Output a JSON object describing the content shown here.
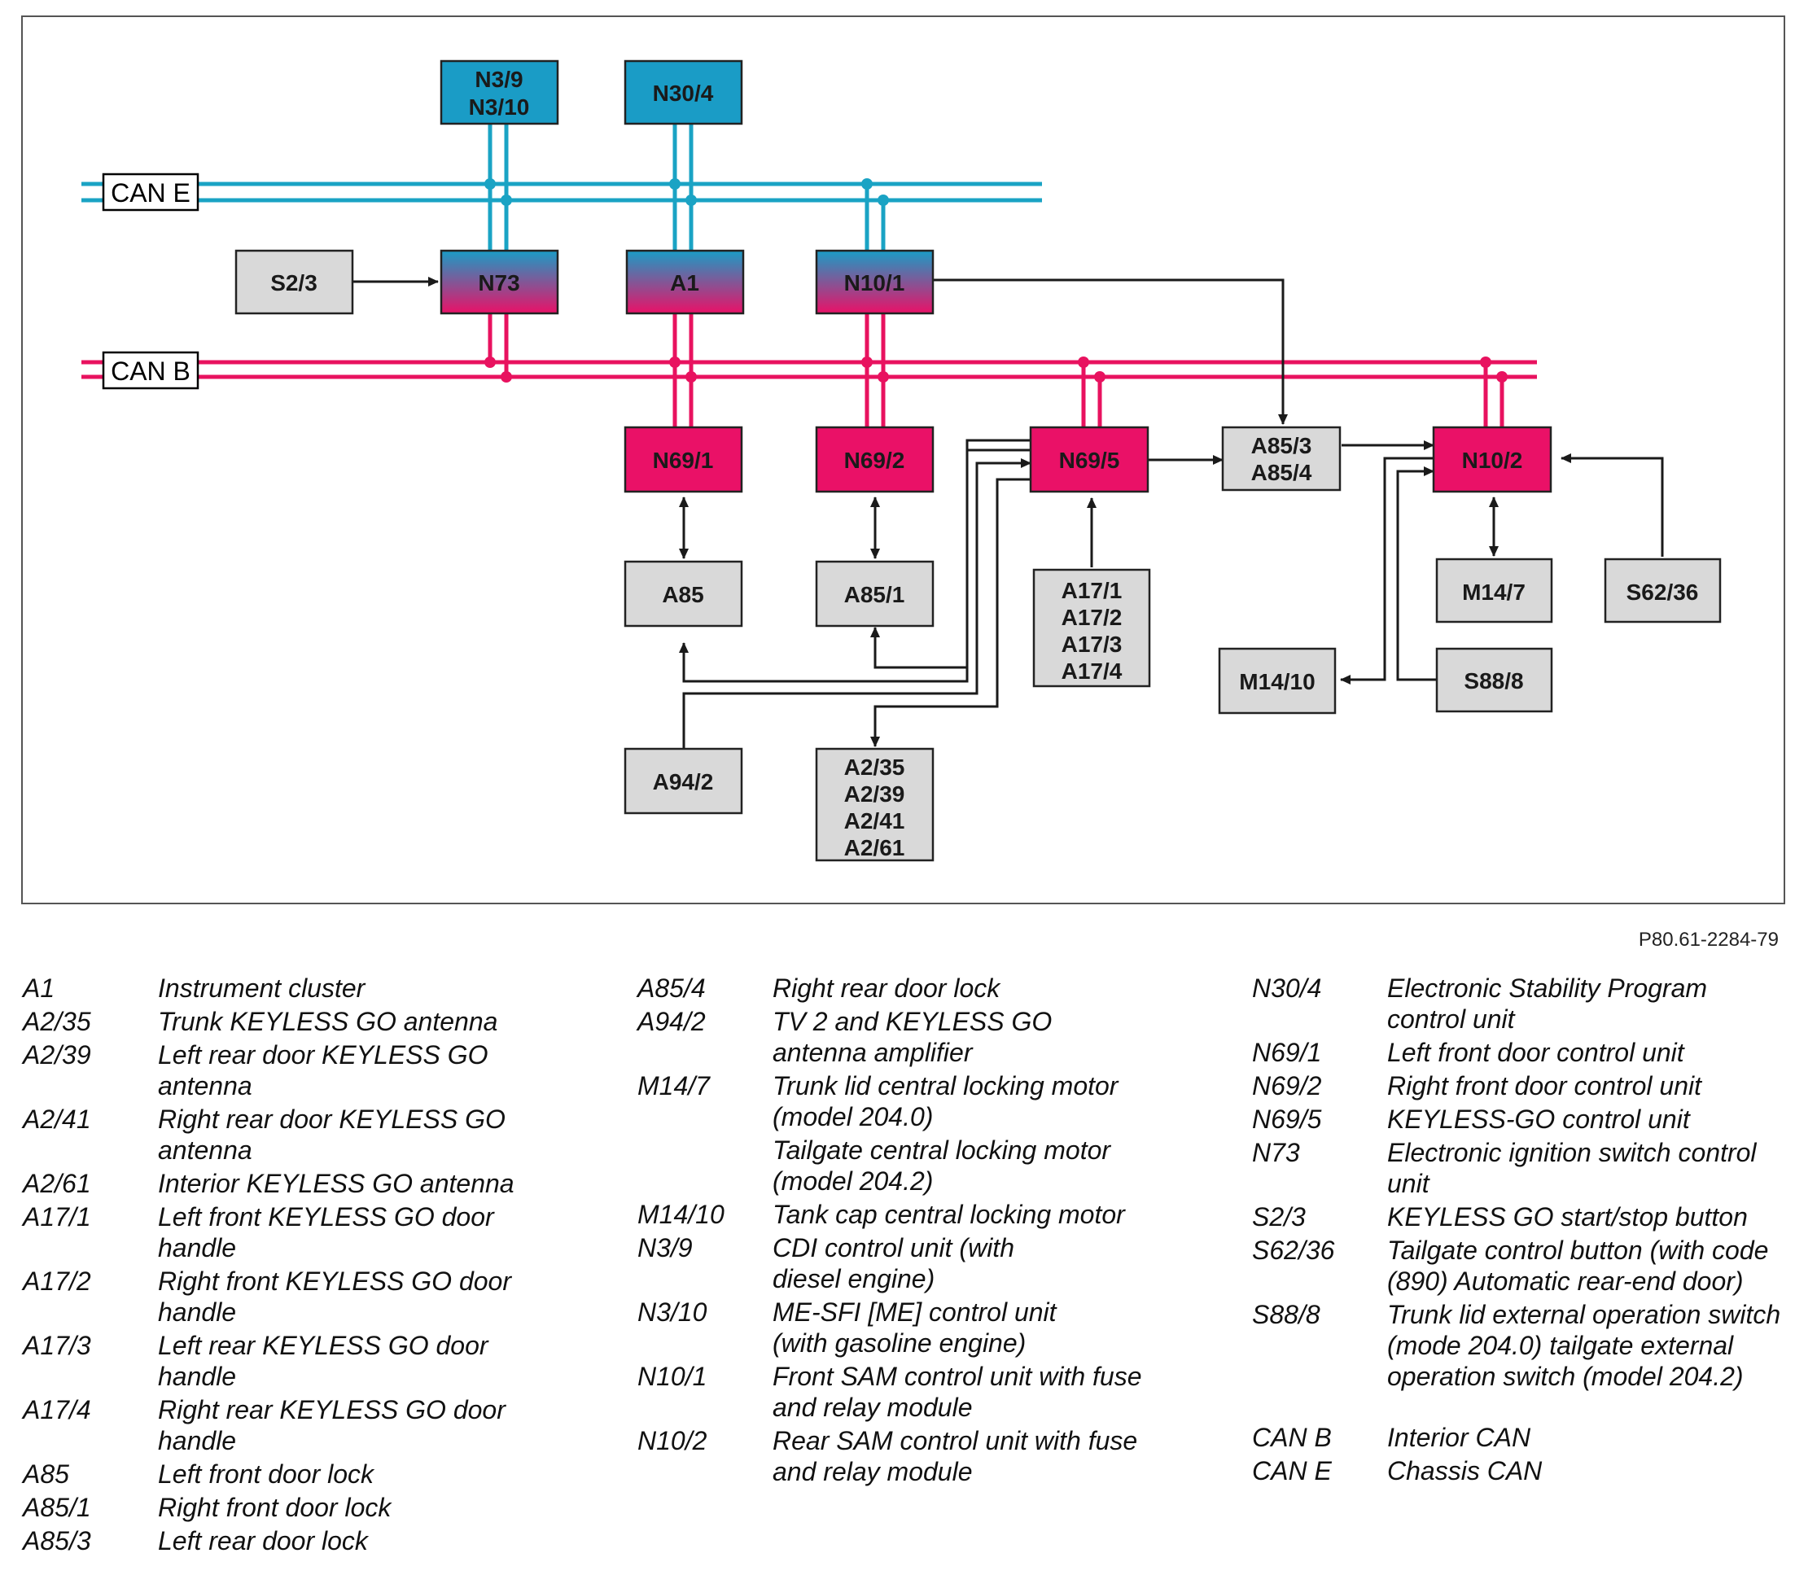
{
  "colors": {
    "can_e": "#1aa3c4",
    "can_b": "#e8125f",
    "box_gray": "#d9d9d9",
    "box_cyan": "#1a9cc6",
    "box_magenta": "#ea1167",
    "line": "#1a1a1a"
  },
  "nodes": [
    {
      "id": "N3_9",
      "lines": [
        "N3/9",
        "N3/10"
      ],
      "style": "cyan"
    },
    {
      "id": "N30_4",
      "lines": [
        "N30/4"
      ],
      "style": "cyan"
    },
    {
      "id": "S2_3",
      "lines": [
        "S2/3"
      ],
      "style": "gray"
    },
    {
      "id": "N73",
      "lines": [
        "N73"
      ],
      "style": "gradient"
    },
    {
      "id": "A1",
      "lines": [
        "A1"
      ],
      "style": "gradient"
    },
    {
      "id": "N10_1",
      "lines": [
        "N10/1"
      ],
      "style": "gradient"
    },
    {
      "id": "N69_1",
      "lines": [
        "N69/1"
      ],
      "style": "magenta"
    },
    {
      "id": "N69_2",
      "lines": [
        "N69/2"
      ],
      "style": "magenta"
    },
    {
      "id": "N69_5",
      "lines": [
        "N69/5"
      ],
      "style": "magenta"
    },
    {
      "id": "A85_3",
      "lines": [
        "A85/3",
        "A85/4"
      ],
      "style": "gray"
    },
    {
      "id": "N10_2",
      "lines": [
        "N10/2"
      ],
      "style": "magenta"
    },
    {
      "id": "A85",
      "lines": [
        "A85"
      ],
      "style": "gray"
    },
    {
      "id": "A85_1",
      "lines": [
        "A85/1"
      ],
      "style": "gray"
    },
    {
      "id": "A17",
      "lines": [
        "A17/1",
        "A17/2",
        "A17/3",
        "A17/4"
      ],
      "style": "gray"
    },
    {
      "id": "M14_7",
      "lines": [
        "M14/7"
      ],
      "style": "gray"
    },
    {
      "id": "S62_36",
      "lines": [
        "S62/36"
      ],
      "style": "gray"
    },
    {
      "id": "M14_10",
      "lines": [
        "M14/10"
      ],
      "style": "gray"
    },
    {
      "id": "S88_8",
      "lines": [
        "S88/8"
      ],
      "style": "gray"
    },
    {
      "id": "A94_2",
      "lines": [
        "A94/2"
      ],
      "style": "gray"
    },
    {
      "id": "A2",
      "lines": [
        "A2/35",
        "A2/39",
        "A2/41",
        "A2/61"
      ],
      "style": "gray"
    }
  ],
  "buses": {
    "can_e": "CAN E",
    "can_b": "CAN B"
  },
  "reference": "P80.61-2284-79",
  "legend": {
    "col1": [
      {
        "code": "A1",
        "desc": "Instrument cluster"
      },
      {
        "code": "A2/35",
        "desc": "Trunk KEYLESS GO antenna"
      },
      {
        "code": "A2/39",
        "desc": "Left rear door KEYLESS GO antenna"
      },
      {
        "code": "A2/41",
        "desc": "Right rear door KEYLESS GO antenna"
      },
      {
        "code": "A2/61",
        "desc": "Interior KEYLESS GO antenna"
      },
      {
        "code": "A17/1",
        "desc": "Left front KEYLESS GO door handle"
      },
      {
        "code": "A17/2",
        "desc": "Right front KEYLESS GO door handle"
      },
      {
        "code": "A17/3",
        "desc": "Left rear KEYLESS GO door handle"
      },
      {
        "code": "A17/4",
        "desc": "Right rear KEYLESS GO door handle"
      },
      {
        "code": "A85",
        "desc": "Left front door lock"
      },
      {
        "code": "A85/1",
        "desc": "Right front door lock"
      },
      {
        "code": "A85/3",
        "desc": "Left rear door lock"
      }
    ],
    "col2": [
      {
        "code": "A85/4",
        "desc": "Right rear door lock"
      },
      {
        "code": "A94/2",
        "desc": "TV 2 and KEYLESS GO antenna amplifier"
      },
      {
        "code": "M14/7",
        "desc": "Trunk lid central locking motor (model 204.0)"
      },
      {
        "code": "",
        "desc": "Tailgate central locking motor (model 204.2)"
      },
      {
        "code": "M14/10",
        "desc": "Tank cap central locking motor"
      },
      {
        "code": "N3/9",
        "desc": "CDI control unit (with diesel engine)"
      },
      {
        "code": "N3/10",
        "desc": "ME-SFI [ME] control unit (with gasoline engine)"
      },
      {
        "code": "N10/1",
        "desc": "Front SAM control unit with fuse and relay module"
      },
      {
        "code": "N10/2",
        "desc": "Rear SAM control unit with fuse and relay module"
      }
    ],
    "col3": [
      {
        "code": "N30/4",
        "desc": "Electronic Stability Program control unit"
      },
      {
        "code": "N69/1",
        "desc": "Left front door control unit"
      },
      {
        "code": "N69/2",
        "desc": "Right front door control unit"
      },
      {
        "code": "N69/5",
        "desc": "KEYLESS-GO control unit"
      },
      {
        "code": "N73",
        "desc": "Electronic ignition switch control unit"
      },
      {
        "code": "S2/3",
        "desc": "KEYLESS GO start/stop button"
      },
      {
        "code": "S62/36",
        "desc": "Tailgate control button (with code (890) Automatic rear-end door)"
      },
      {
        "code": "S88/8",
        "desc": "Trunk lid external operation switch (mode 204.0) tailgate external operation switch (model 204.2)"
      },
      {
        "code": "CAN B",
        "desc": "Interior CAN"
      },
      {
        "code": "CAN E",
        "desc": "Chassis CAN"
      }
    ]
  }
}
